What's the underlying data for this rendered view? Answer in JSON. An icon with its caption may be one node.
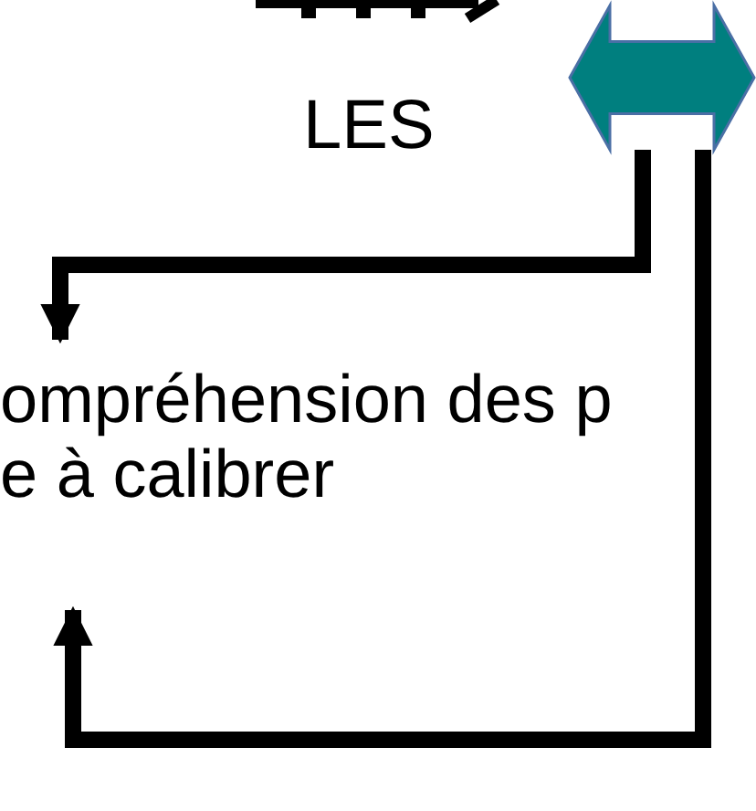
{
  "diagram": {
    "nodes": [
      {
        "text": [],
        "shape": "arrow"
      },
      {
        "text": [
          "ompréhension des p e à calibrer"
        ]
      }
    ],
    "edges": [
      {
        "from": 0,
        "to": 1,
        "arrow": "to"
      },
      {
        "from": 0,
        "to": 1,
        "arrow": "to"
      }
    ],
    "labels": [
      "LES"
    ]
  }
}
